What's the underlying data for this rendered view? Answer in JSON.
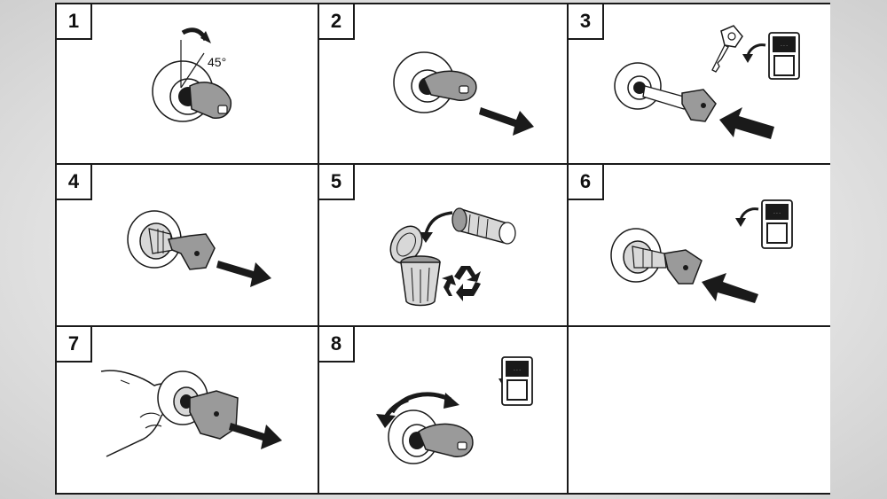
{
  "steps": [
    {
      "number": "1",
      "angle_label": "45°"
    },
    {
      "number": "2"
    },
    {
      "number": "3"
    },
    {
      "number": "4"
    },
    {
      "number": "5"
    },
    {
      "number": "6"
    },
    {
      "number": "7"
    },
    {
      "number": "8"
    }
  ],
  "icons": {
    "ink": "#1a1a1a",
    "fill_gray": "#9a9a9a",
    "fill_light": "#d8d8d8"
  }
}
